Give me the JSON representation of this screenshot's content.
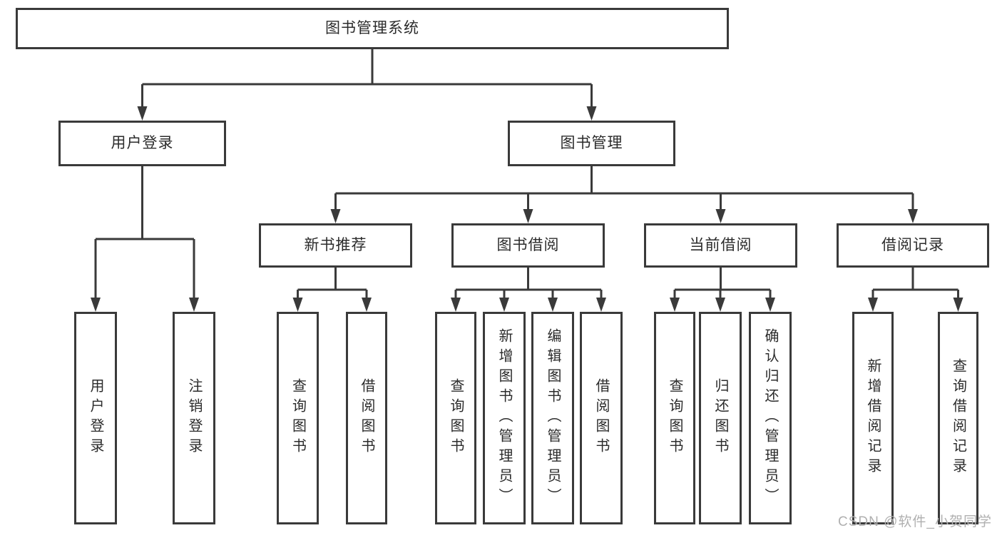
{
  "diagram": {
    "title": "图书管理系统",
    "level2": {
      "user_login": "用户登录",
      "book_mgmt": "图书管理"
    },
    "level3": {
      "new_book_rec": "新书推荐",
      "book_borrow": "图书借阅",
      "current_borrow": "当前借阅",
      "borrow_record": "借阅记录"
    },
    "leaves": {
      "login": "用户登录",
      "logout": "注销登录",
      "rec_query_books": "查询图书",
      "rec_borrow_books": "借阅图书",
      "bb_query_books": "查询图书",
      "bb_add_books": "新增图书（管理员）",
      "bb_edit_books": "编辑图书（管理员）",
      "bb_borrow_books": "借阅图书",
      "cb_query_books": "查询图书",
      "cb_return_books": "归还图书",
      "cb_confirm_return": "确认归还（管理员）",
      "br_add_record": "新增借阅记录",
      "br_query_record": "查询借阅记录"
    }
  },
  "watermark": "CSDN @软件_小贺同学",
  "colors": {
    "line": "#3a3a3a",
    "text": "#2b2b2b",
    "watermark": "#b0b0b0",
    "background": "#ffffff"
  }
}
